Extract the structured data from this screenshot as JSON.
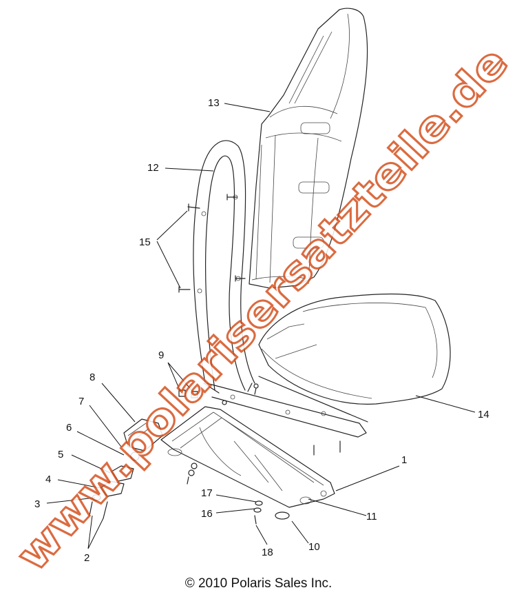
{
  "diagram": {
    "callouts": [
      {
        "id": "c1",
        "label": "1"
      },
      {
        "id": "c2",
        "label": "2"
      },
      {
        "id": "c3",
        "label": "3"
      },
      {
        "id": "c4",
        "label": "4"
      },
      {
        "id": "c5",
        "label": "5"
      },
      {
        "id": "c6",
        "label": "6"
      },
      {
        "id": "c7",
        "label": "7"
      },
      {
        "id": "c8",
        "label": "8"
      },
      {
        "id": "c9",
        "label": "9"
      },
      {
        "id": "c10",
        "label": "10"
      },
      {
        "id": "c11",
        "label": "11"
      },
      {
        "id": "c12",
        "label": "12"
      },
      {
        "id": "c13",
        "label": "13"
      },
      {
        "id": "c14",
        "label": "14"
      },
      {
        "id": "c15",
        "label": "15"
      },
      {
        "id": "c16",
        "label": "16"
      },
      {
        "id": "c17",
        "label": "17"
      },
      {
        "id": "c18",
        "label": "18"
      }
    ],
    "watermark": "www.polarisersatzteile.de",
    "copyright": "© 2010 Polaris Sales Inc.",
    "colors": {
      "watermark_outline": "#d5521f",
      "line": "#222222"
    }
  }
}
